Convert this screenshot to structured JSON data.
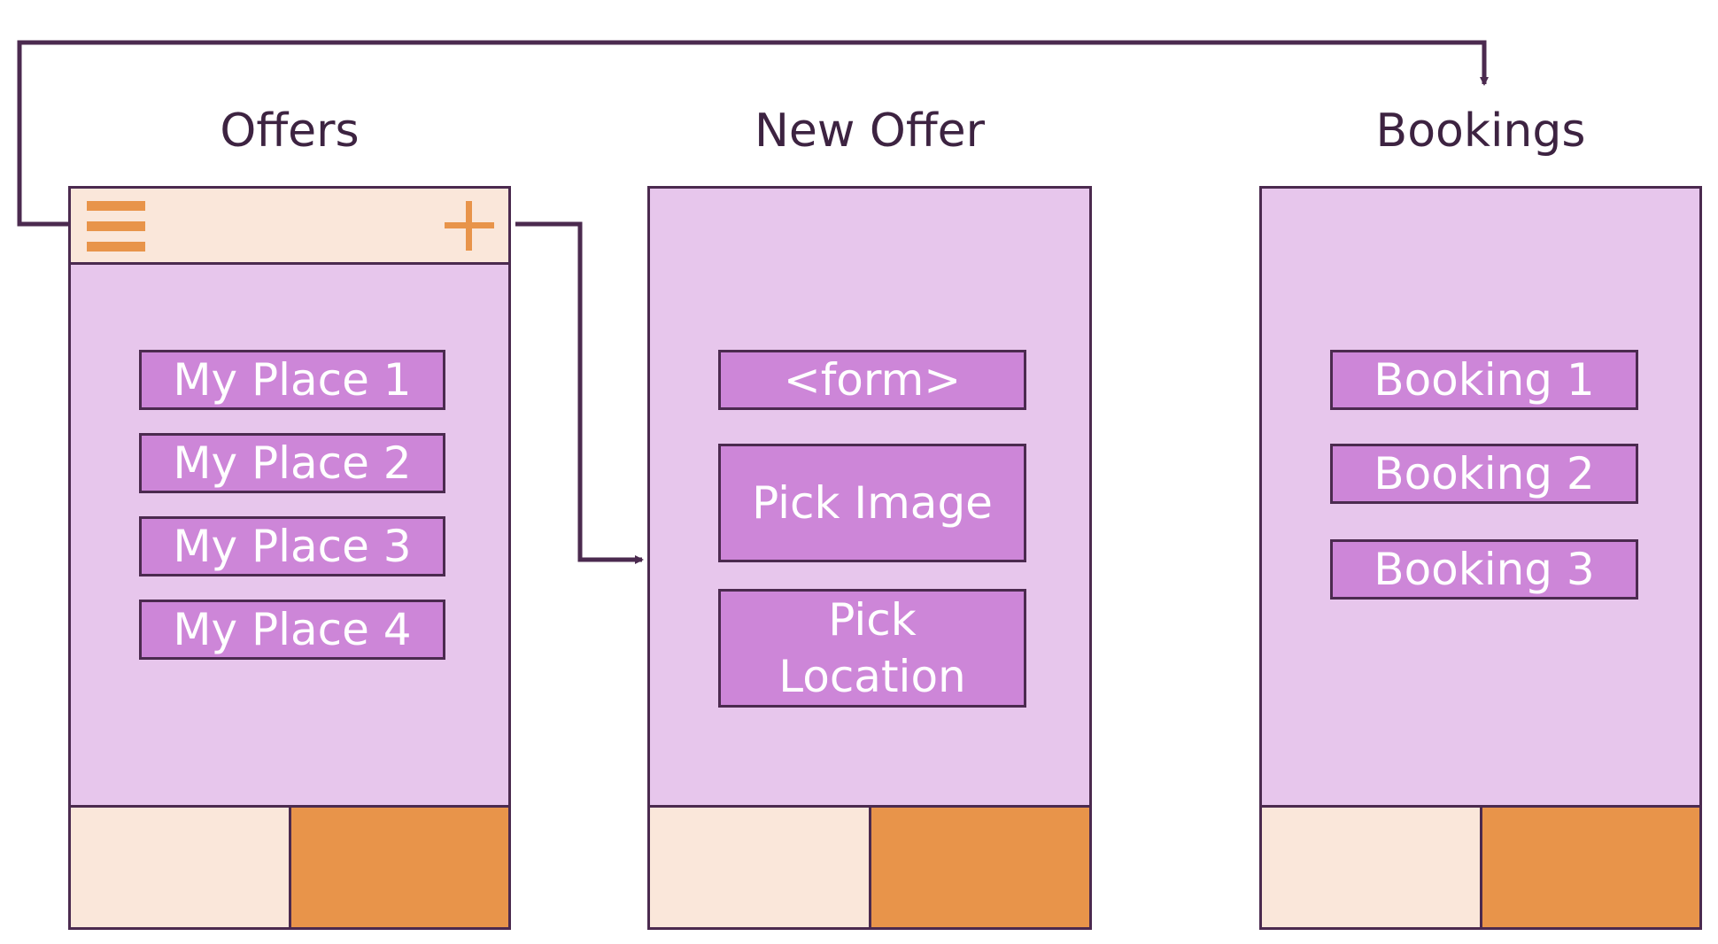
{
  "screens": {
    "offers": {
      "title": "Offers",
      "items": [
        "My Place 1",
        "My Place 2",
        "My Place 3",
        "My Place 4"
      ]
    },
    "new_offer": {
      "title": "New Offer",
      "form_label": "<form>",
      "pick_image_label": "Pick Image",
      "pick_location_line1": "Pick",
      "pick_location_line2": "Location"
    },
    "bookings": {
      "title": "Bookings",
      "items": [
        "Booking 1",
        "Booking 2",
        "Booking 3"
      ]
    }
  },
  "icons": {
    "menu": "hamburger-menu-icon",
    "add": "plus-icon"
  },
  "colors": {
    "screen_bg": "#e7c6ec",
    "item_bg": "#cd86d8",
    "topbar_bg": "#fae7da",
    "accent_orange": "#e8944a",
    "outline": "#4b2a4f"
  }
}
